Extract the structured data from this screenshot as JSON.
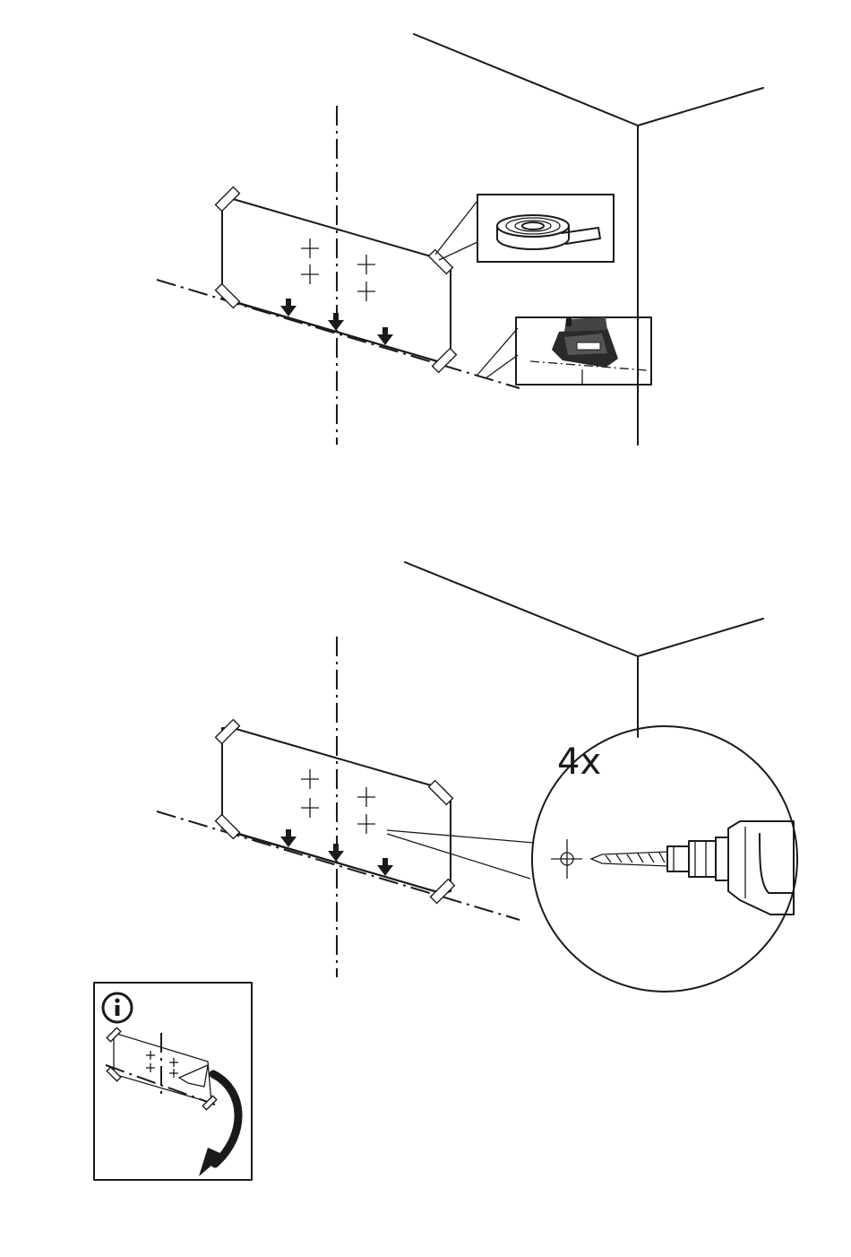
{
  "steps": [
    {
      "id": "step-1",
      "insets": [
        {
          "name": "tape-roll-inset",
          "icon": "masking-tape-roll-icon"
        },
        {
          "name": "spirit-level-inset",
          "icon": "spirit-level-icon"
        }
      ]
    },
    {
      "id": "step-2",
      "detail": {
        "name": "drill-detail-circle",
        "quantity_label": "4x",
        "icon": "drill-icon"
      }
    }
  ],
  "info_box": {
    "icon": "info-icon",
    "action": "remove-template"
  }
}
